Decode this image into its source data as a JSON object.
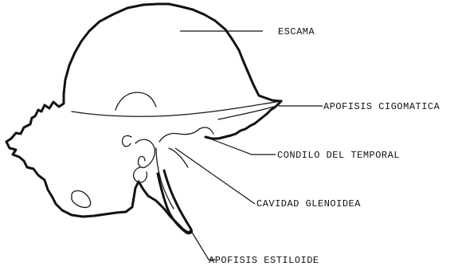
{
  "diagram": {
    "labels": {
      "escama": "ESCAMA",
      "apofisis_cigomatica": "APOFISIS CIGOMATICA",
      "condilo_del_temporal": "CONDILO DEL TEMPORAL",
      "cavidad_glenoidea": "CAVIDAD GLENOIDEA",
      "apofisis_estiloide": "APOFISIS ESTILOIDE"
    }
  }
}
